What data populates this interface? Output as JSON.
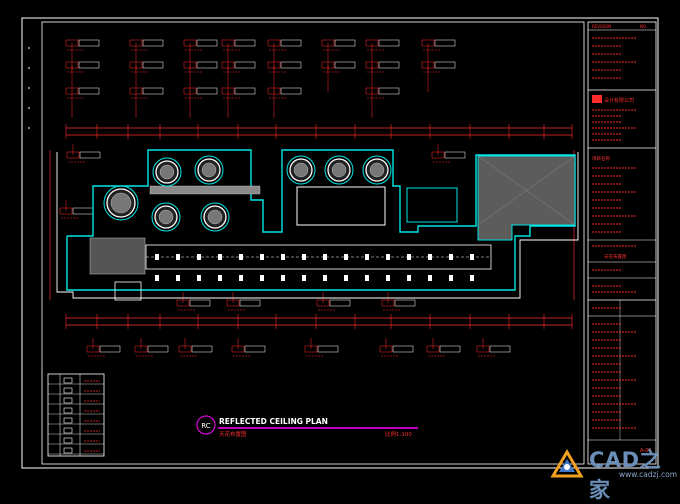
{
  "drawing": {
    "plan_title": "REFLECTED CEILING PLAN",
    "plan_subtitle": "天花布置图",
    "plan_scale_note": "比例1:100",
    "plan_badge": "RC"
  },
  "title_block": {
    "revision_header": "REVISION",
    "revision_col": "NO.",
    "company_block": "设计有限公司",
    "project_label": "项目名称",
    "drawing_title": "天花布置图",
    "drawing_no": "A-03"
  },
  "watermark": {
    "brand": "CAD之家",
    "url": "www.cadzj.com"
  },
  "colors": {
    "background": "#000000",
    "frame": "#ffffff",
    "annotation": "#ff2a2a",
    "walls": "#00e5e5",
    "fixtures": "#ffffff",
    "accent": "#ff00ff"
  }
}
